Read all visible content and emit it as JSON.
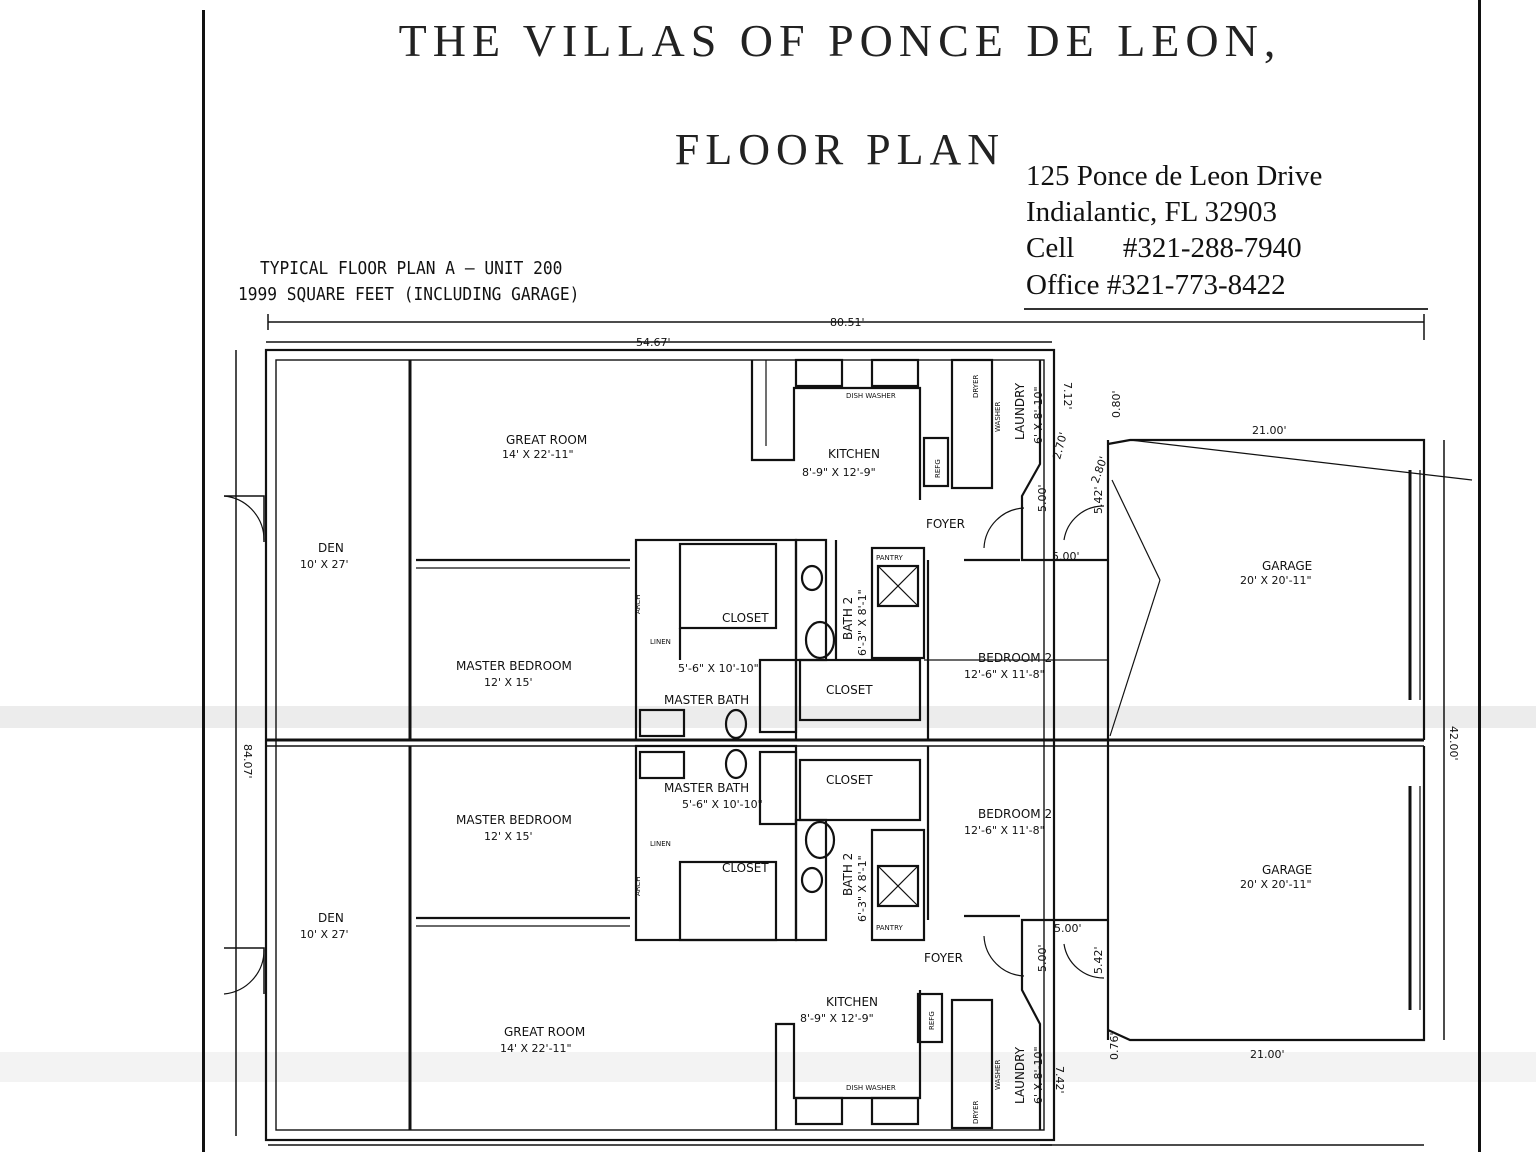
{
  "header": {
    "title": "THE VILLAS OF PONCE DE LEON,",
    "subtitle": "FLOOR PLAN"
  },
  "contact": {
    "address_line1": "125 Ponce de Leon Drive",
    "address_line2": "Indialantic, FL 32903",
    "cell_label": "Cell",
    "cell": "#321-288-7940",
    "office_label": "Office",
    "office": "#321-773-8422"
  },
  "plan": {
    "caption_line1": "TYPICAL FLOOR PLAN A – UNIT 200",
    "caption_line2": "1999 SQUARE FEET (INCLUDING GARAGE)",
    "dimensions": {
      "overall_width": "80.51'",
      "house_width": "54.67'",
      "overall_height": "84.07'",
      "garage_width": "21.00'",
      "right_height": "42.00'",
      "laundry_offset": "7.12'",
      "laundry_offset_bottom": "7.42'",
      "angle_a": "2.70'",
      "angle_b": "2.80'",
      "offset_c": "0.80'",
      "offset_c_bottom": "0.76'",
      "foyer_h": "5.00'",
      "foyer_w": "5.00'",
      "garage_step": "5.42'"
    },
    "rooms": {
      "great_room": "GREAT ROOM",
      "great_room_dim": "14' X 22'-11\"",
      "kitchen": "KITCHEN",
      "kitchen_dim": "8'-9\" X 12'-9\"",
      "laundry": "LAUNDRY",
      "laundry_dim": "6' X 8'-10\"",
      "den": "DEN",
      "den_dim": "10' X 27'",
      "foyer": "FOYER",
      "garage": "GARAGE",
      "garage_dim": "20' X 20'-11\"",
      "master_bedroom": "MASTER BEDROOM",
      "master_bedroom_dim": "12' X 15'",
      "master_bath": "MASTER BATH",
      "master_bath_dim": "5'-6\" X 10'-10\"",
      "closet": "CLOSET",
      "bath2": "BATH 2",
      "bath2_dim": "6'-3\" X 8'-1\"",
      "bedroom2": "BEDROOM 2",
      "bedroom2_dim": "12'-6\" X 11'-8\"",
      "pantry": "PANTRY",
      "linen": "LINEN",
      "arch": "ARCH",
      "dish_washer": "DISH WASHER",
      "refg": "REFG",
      "dryer": "DRYER",
      "washer": "WASHER"
    }
  }
}
